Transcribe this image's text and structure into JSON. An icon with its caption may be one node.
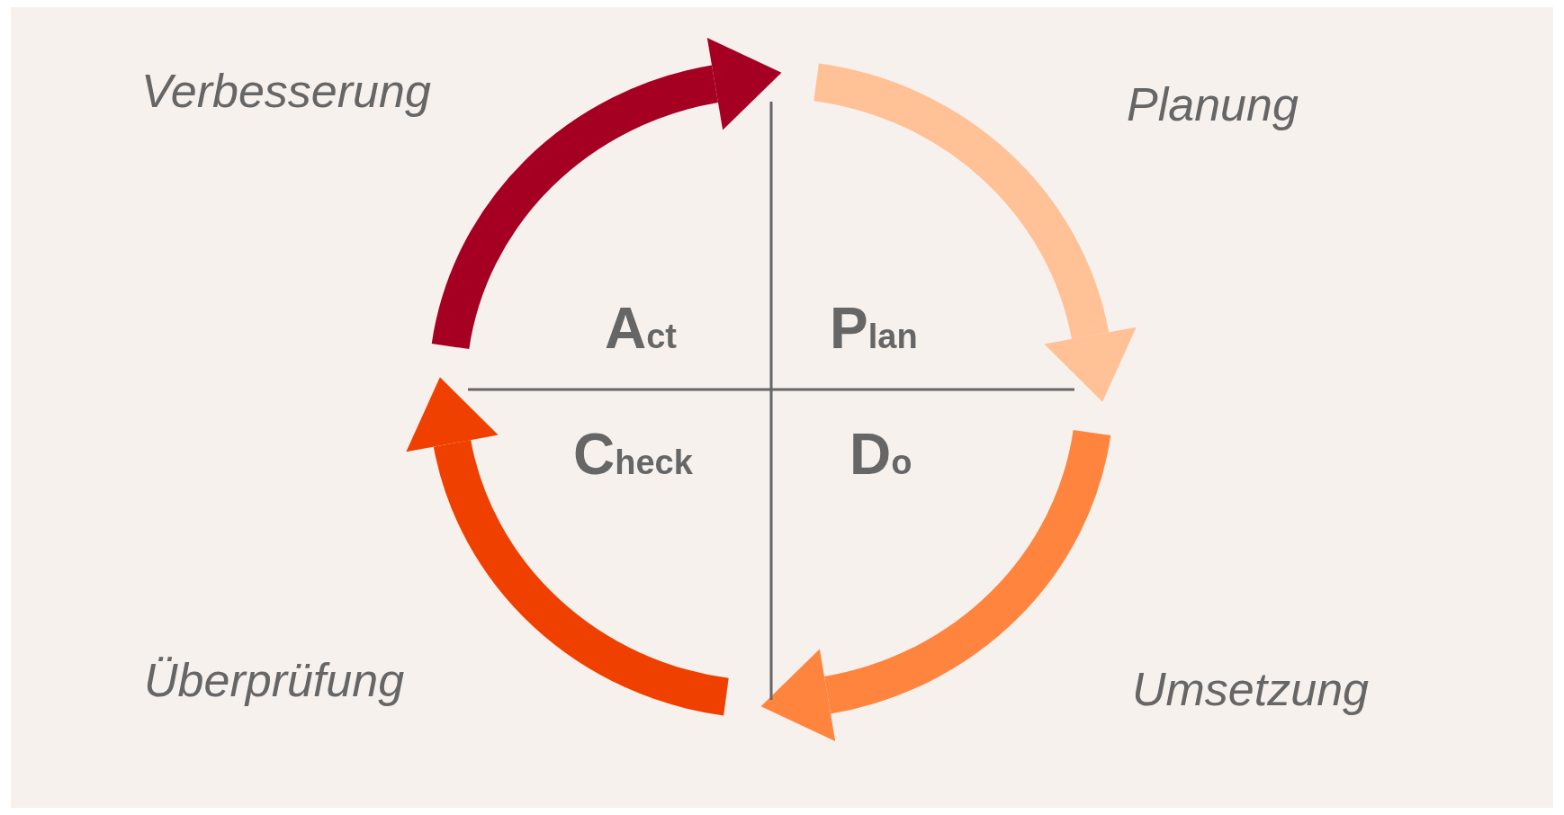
{
  "diagram": {
    "nodes": [
      {
        "text": [
          "Act"
        ]
      },
      {
        "text": [
          "Plan"
        ]
      },
      {
        "text": [
          "Check"
        ]
      },
      {
        "text": [
          "Do"
        ]
      }
    ],
    "labels": [
      "Verbesserung",
      "Planung",
      "Überprüfung",
      "Umsetzung"
    ]
  }
}
